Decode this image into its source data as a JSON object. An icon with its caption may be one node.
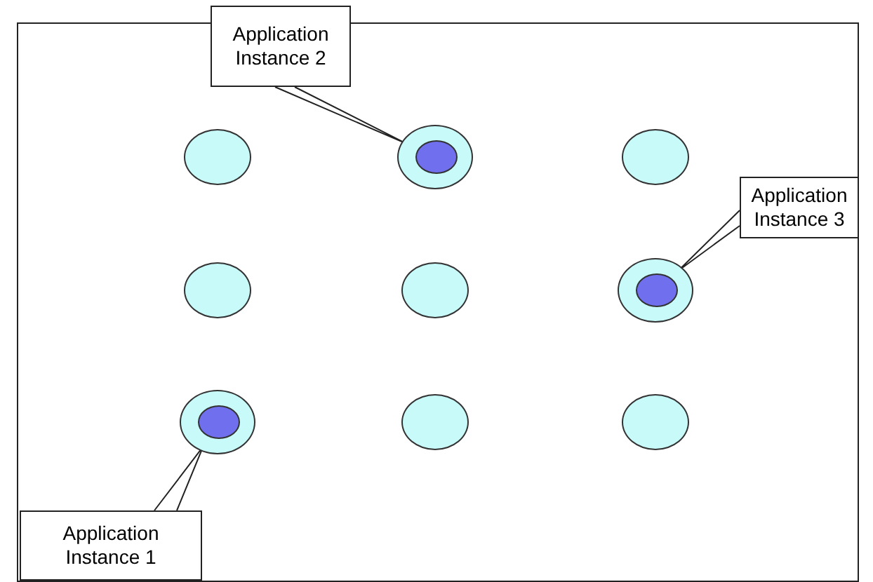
{
  "diagram": {
    "nodes": [
      {
        "text": [
          "Application Instance 2"
        ]
      },
      {
        "text": [],
        "shape": "circle"
      },
      {
        "text": [],
        "shape": "circle"
      },
      {
        "text": [],
        "shape": "circle",
        "in": 2
      },
      {
        "text": [],
        "shape": "circle"
      },
      {
        "text": [
          "Application Instance 3"
        ]
      },
      {
        "text": [],
        "shape": "circle"
      },
      {
        "text": [],
        "shape": "circle"
      },
      {
        "text": [],
        "shape": "circle"
      },
      {
        "text": [],
        "shape": "circle",
        "in": 8
      },
      {
        "text": [],
        "shape": "circle"
      },
      {
        "text": [],
        "shape": "circle",
        "in": 10
      },
      {
        "text": [],
        "shape": "circle"
      },
      {
        "text": [],
        "shape": "circle"
      },
      {
        "text": [
          "Application Instance 1"
        ]
      }
    ],
    "edges": [
      {
        "from": 0,
        "to": 2,
        "arrow": "none"
      },
      {
        "from": 5,
        "to": 8,
        "arrow": "none"
      },
      {
        "from": 14,
        "to": 10,
        "arrow": "none"
      }
    ]
  }
}
